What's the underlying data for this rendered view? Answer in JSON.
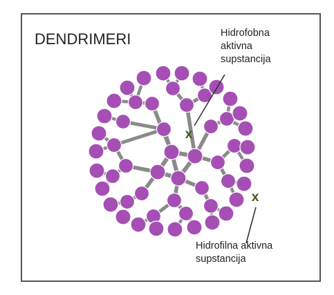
{
  "diagram": {
    "title": "DENDRIMERI",
    "hydrophobic_label": [
      "Hidrofobna",
      "aktivna",
      "supstancija"
    ],
    "hydrophilic_label": [
      "Hidrofilna aktivna",
      "supstancija"
    ],
    "marker_symbol": "x",
    "colors": {
      "node_fill": "#a54fb5",
      "node_stroke": "#ffffff",
      "bond": "#8a8a8a",
      "marker": "#3e5a1e",
      "frame": "#555555",
      "text": "#222222"
    }
  }
}
